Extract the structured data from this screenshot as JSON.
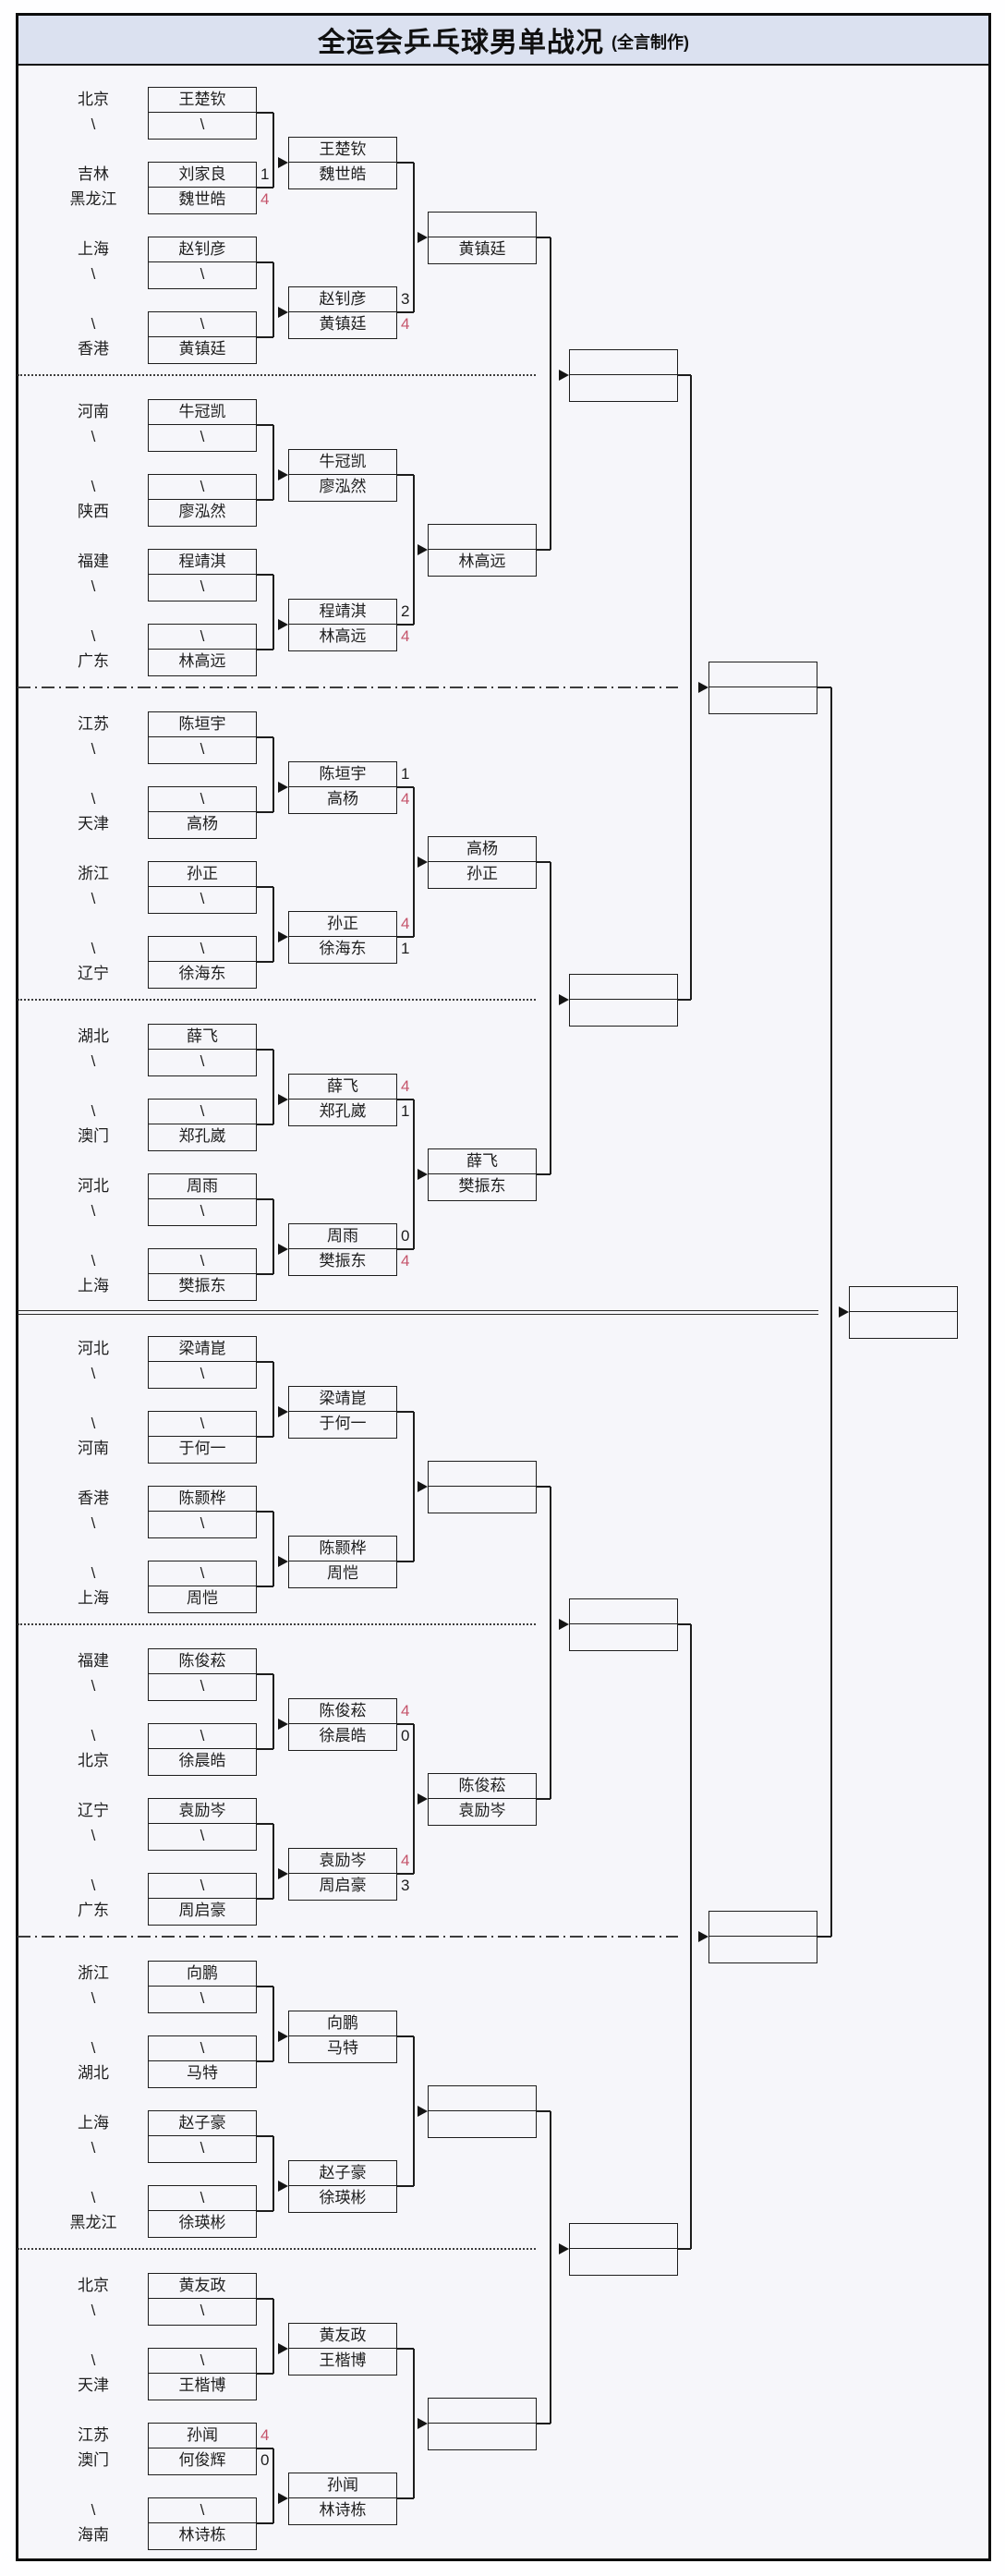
{
  "title": {
    "main": "全运会乒乓球男单战况",
    "credit": "(全言制作)"
  },
  "colors": {
    "accent_red": "#c5546b",
    "line": "#1d1d1d",
    "titlebar_bg": "#dbe1f0",
    "content_bg": "#f6f6fa"
  },
  "bracket": {
    "sections": [
      {
        "labels": [
          "北京",
          "\\",
          "吉林",
          "黑龙江",
          "上海",
          "\\",
          "\\",
          "香港"
        ],
        "pairs": [
          [
            {
              "name": "王楚钦"
            },
            {
              "name": "\\"
            }
          ],
          [
            {
              "name": "刘家良",
              "score": "1"
            },
            {
              "name": "魏世皓",
              "score": "4",
              "red": true
            }
          ],
          [
            {
              "name": "赵钊彦"
            },
            {
              "name": "\\"
            }
          ],
          [
            {
              "name": "\\"
            },
            {
              "name": "黄镇廷"
            }
          ]
        ],
        "r2": [
          [
            {
              "name": "王楚钦"
            },
            {
              "name": "魏世皓"
            }
          ],
          [
            {
              "name": "赵钊彦",
              "score": "3"
            },
            {
              "name": "黄镇廷",
              "score": "4",
              "red": true
            }
          ]
        ],
        "r3": [
          {
            "name": ""
          },
          {
            "name": "黄镇廷"
          }
        ]
      },
      {
        "labels": [
          "河南",
          "\\",
          "\\",
          "陕西",
          "福建",
          "\\",
          "\\",
          "广东"
        ],
        "pairs": [
          [
            {
              "name": "牛冠凯"
            },
            {
              "name": "\\"
            }
          ],
          [
            {
              "name": "\\"
            },
            {
              "name": "廖泓然"
            }
          ],
          [
            {
              "name": "程靖淇"
            },
            {
              "name": "\\"
            }
          ],
          [
            {
              "name": "\\"
            },
            {
              "name": "林高远"
            }
          ]
        ],
        "r2": [
          [
            {
              "name": "牛冠凯"
            },
            {
              "name": "廖泓然"
            }
          ],
          [
            {
              "name": "程靖淇",
              "score": "2"
            },
            {
              "name": "林高远",
              "score": "4",
              "red": true
            }
          ]
        ],
        "r3": [
          {
            "name": ""
          },
          {
            "name": "林高远"
          }
        ]
      },
      {
        "labels": [
          "江苏",
          "\\",
          "\\",
          "天津",
          "浙江",
          "\\",
          "\\",
          "辽宁"
        ],
        "pairs": [
          [
            {
              "name": "陈垣宇"
            },
            {
              "name": "\\"
            }
          ],
          [
            {
              "name": "\\"
            },
            {
              "name": "高杨"
            }
          ],
          [
            {
              "name": "孙正"
            },
            {
              "name": "\\"
            }
          ],
          [
            {
              "name": "\\"
            },
            {
              "name": "徐海东"
            }
          ]
        ],
        "r2": [
          [
            {
              "name": "陈垣宇",
              "score": "1"
            },
            {
              "name": "高杨",
              "score": "4",
              "red": true
            }
          ],
          [
            {
              "name": "孙正",
              "score": "4",
              "red": true
            },
            {
              "name": "徐海东",
              "score": "1"
            }
          ]
        ],
        "r3": [
          {
            "name": "高杨"
          },
          {
            "name": "孙正"
          }
        ]
      },
      {
        "labels": [
          "湖北",
          "\\",
          "\\",
          "澳门",
          "河北",
          "\\",
          "\\",
          "上海"
        ],
        "pairs": [
          [
            {
              "name": "薛飞"
            },
            {
              "name": "\\"
            }
          ],
          [
            {
              "name": "\\"
            },
            {
              "name": "郑孔崴"
            }
          ],
          [
            {
              "name": "周雨"
            },
            {
              "name": "\\"
            }
          ],
          [
            {
              "name": "\\"
            },
            {
              "name": "樊振东"
            }
          ]
        ],
        "r2": [
          [
            {
              "name": "薛飞",
              "score": "4",
              "red": true
            },
            {
              "name": "郑孔崴",
              "score": "1"
            }
          ],
          [
            {
              "name": "周雨",
              "score": "0"
            },
            {
              "name": "樊振东",
              "score": "4",
              "red": true
            }
          ]
        ],
        "r3": [
          {
            "name": "薛飞"
          },
          {
            "name": "樊振东"
          }
        ]
      },
      {
        "labels": [
          "河北",
          "\\",
          "\\",
          "河南",
          "香港",
          "\\",
          "\\",
          "上海"
        ],
        "pairs": [
          [
            {
              "name": "梁靖崑"
            },
            {
              "name": "\\"
            }
          ],
          [
            {
              "name": "\\"
            },
            {
              "name": "于何一"
            }
          ],
          [
            {
              "name": "陈颢桦"
            },
            {
              "name": "\\"
            }
          ],
          [
            {
              "name": "\\"
            },
            {
              "name": "周恺"
            }
          ]
        ],
        "r2": [
          [
            {
              "name": "梁靖崑"
            },
            {
              "name": "于何一"
            }
          ],
          [
            {
              "name": "陈颢桦"
            },
            {
              "name": "周恺"
            }
          ]
        ],
        "r3": [
          {
            "name": ""
          },
          {
            "name": ""
          }
        ]
      },
      {
        "labels": [
          "福建",
          "\\",
          "\\",
          "北京",
          "辽宁",
          "\\",
          "\\",
          "广东"
        ],
        "pairs": [
          [
            {
              "name": "陈俊菘"
            },
            {
              "name": "\\"
            }
          ],
          [
            {
              "name": "\\"
            },
            {
              "name": "徐晨皓"
            }
          ],
          [
            {
              "name": "袁励岑"
            },
            {
              "name": "\\"
            }
          ],
          [
            {
              "name": "\\"
            },
            {
              "name": "周启豪"
            }
          ]
        ],
        "r2": [
          [
            {
              "name": "陈俊菘",
              "score": "4",
              "red": true
            },
            {
              "name": "徐晨皓",
              "score": "0"
            }
          ],
          [
            {
              "name": "袁励岑",
              "score": "4",
              "red": true
            },
            {
              "name": "周启豪",
              "score": "3"
            }
          ]
        ],
        "r3": [
          {
            "name": "陈俊菘"
          },
          {
            "name": "袁励岑"
          }
        ]
      },
      {
        "labels": [
          "浙江",
          "\\",
          "\\",
          "湖北",
          "上海",
          "\\",
          "\\",
          "黑龙江"
        ],
        "pairs": [
          [
            {
              "name": "向鹏"
            },
            {
              "name": "\\"
            }
          ],
          [
            {
              "name": "\\"
            },
            {
              "name": "马特"
            }
          ],
          [
            {
              "name": "赵子豪"
            },
            {
              "name": "\\"
            }
          ],
          [
            {
              "name": "\\"
            },
            {
              "name": "徐瑛彬"
            }
          ]
        ],
        "r2": [
          [
            {
              "name": "向鹏"
            },
            {
              "name": "马特"
            }
          ],
          [
            {
              "name": "赵子豪"
            },
            {
              "name": "徐瑛彬"
            }
          ]
        ],
        "r3": [
          {
            "name": ""
          },
          {
            "name": ""
          }
        ]
      },
      {
        "labels": [
          "北京",
          "\\",
          "\\",
          "天津",
          "江苏",
          "澳门",
          "\\",
          "海南"
        ],
        "pairs": [
          [
            {
              "name": "黄友政"
            },
            {
              "name": "\\"
            }
          ],
          [
            {
              "name": "\\"
            },
            {
              "name": "王楷博"
            }
          ],
          [
            {
              "name": "孙闻",
              "score": "4",
              "red": true
            },
            {
              "name": "何俊辉",
              "score": "0"
            }
          ],
          [
            {
              "name": "\\"
            },
            {
              "name": "林诗栋"
            }
          ]
        ],
        "r2": [
          [
            {
              "name": "黄友政"
            },
            {
              "name": "王楷博"
            }
          ],
          [
            {
              "name": "孙闻"
            },
            {
              "name": "林诗栋"
            }
          ]
        ],
        "r3": [
          {
            "name": ""
          },
          {
            "name": ""
          }
        ]
      }
    ],
    "r4": [
      [
        {
          "name": ""
        },
        {
          "name": ""
        }
      ],
      [
        {
          "name": ""
        },
        {
          "name": ""
        }
      ],
      [
        {
          "name": ""
        },
        {
          "name": ""
        }
      ],
      [
        {
          "name": ""
        },
        {
          "name": ""
        }
      ]
    ],
    "r5": [
      [
        {
          "name": ""
        },
        {
          "name": ""
        }
      ],
      [
        {
          "name": ""
        },
        {
          "name": ""
        }
      ]
    ],
    "final": [
      {
        "name": ""
      },
      {
        "name": ""
      }
    ]
  }
}
